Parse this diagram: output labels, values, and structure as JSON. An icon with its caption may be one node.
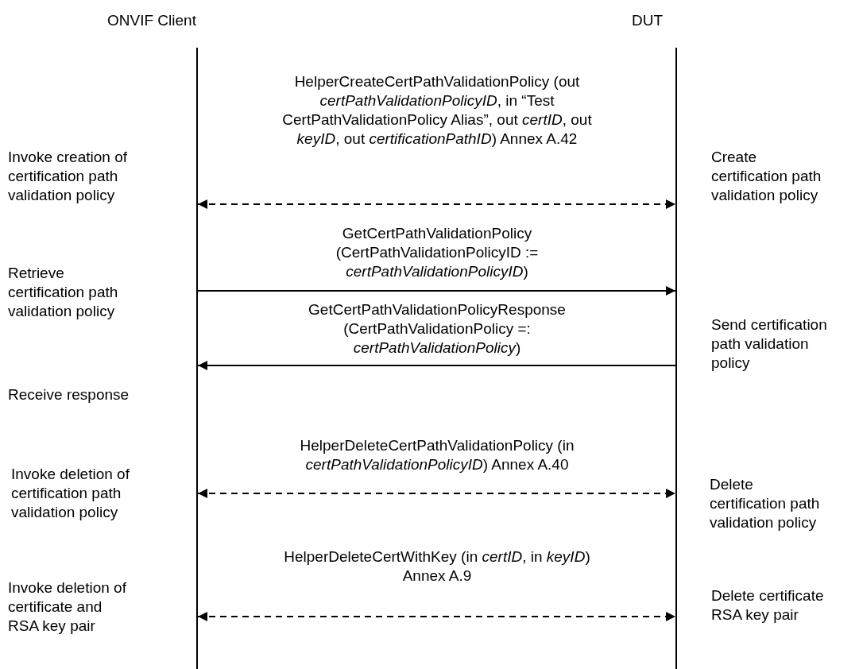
{
  "diagram": {
    "nodes": [
      {
        "text": [
          "ONVIF Client"
        ]
      },
      {
        "text": [
          "DUT"
        ]
      }
    ],
    "edges": [
      {
        "from": 0,
        "to": 1,
        "arrow": "both",
        "style": "dashed",
        "label": "HelperCreateCertPathValidationPolicy (out *certPathValidationPolicyID*, in “Test CertPathValidationPolicy Alias”, out *certID*, out *keyID*, out *certificationPathID*) Annex A.42"
      },
      {
        "from": 0,
        "to": 1,
        "arrow": "to",
        "label": "GetCertPathValidationPolicy (CertPathValidationPolicyID := *certPathValidationPolicyID*)"
      },
      {
        "from": 1,
        "to": 0,
        "arrow": "to",
        "label": "GetCertPathValidationPolicyResponse (CertPathValidationPolicy =: *certPathValidationPolicy*)"
      },
      {
        "from": 0,
        "to": 1,
        "arrow": "both",
        "style": "dashed",
        "label": "HelperDeleteCertPathValidationPolicy (in *certPathValidationPolicyID*) Annex A.40"
      },
      {
        "from": 0,
        "to": 1,
        "arrow": "both",
        "style": "dashed",
        "label": "HelperDeleteCertWithKey (in *certID*, in *keyID*) Annex A.9"
      }
    ],
    "labels": [
      "Invoke creation of certification path validation policy",
      "Create certification path validation policy",
      "Retrieve certification path validation policy",
      "Send certification path validation policy",
      "Receive response",
      "Invoke deletion of certification path validation policy",
      "Delete certification path validation policy",
      "Invoke deletion of certificate and RSA key pair",
      "Delete certificate RSA key pair"
    ]
  }
}
